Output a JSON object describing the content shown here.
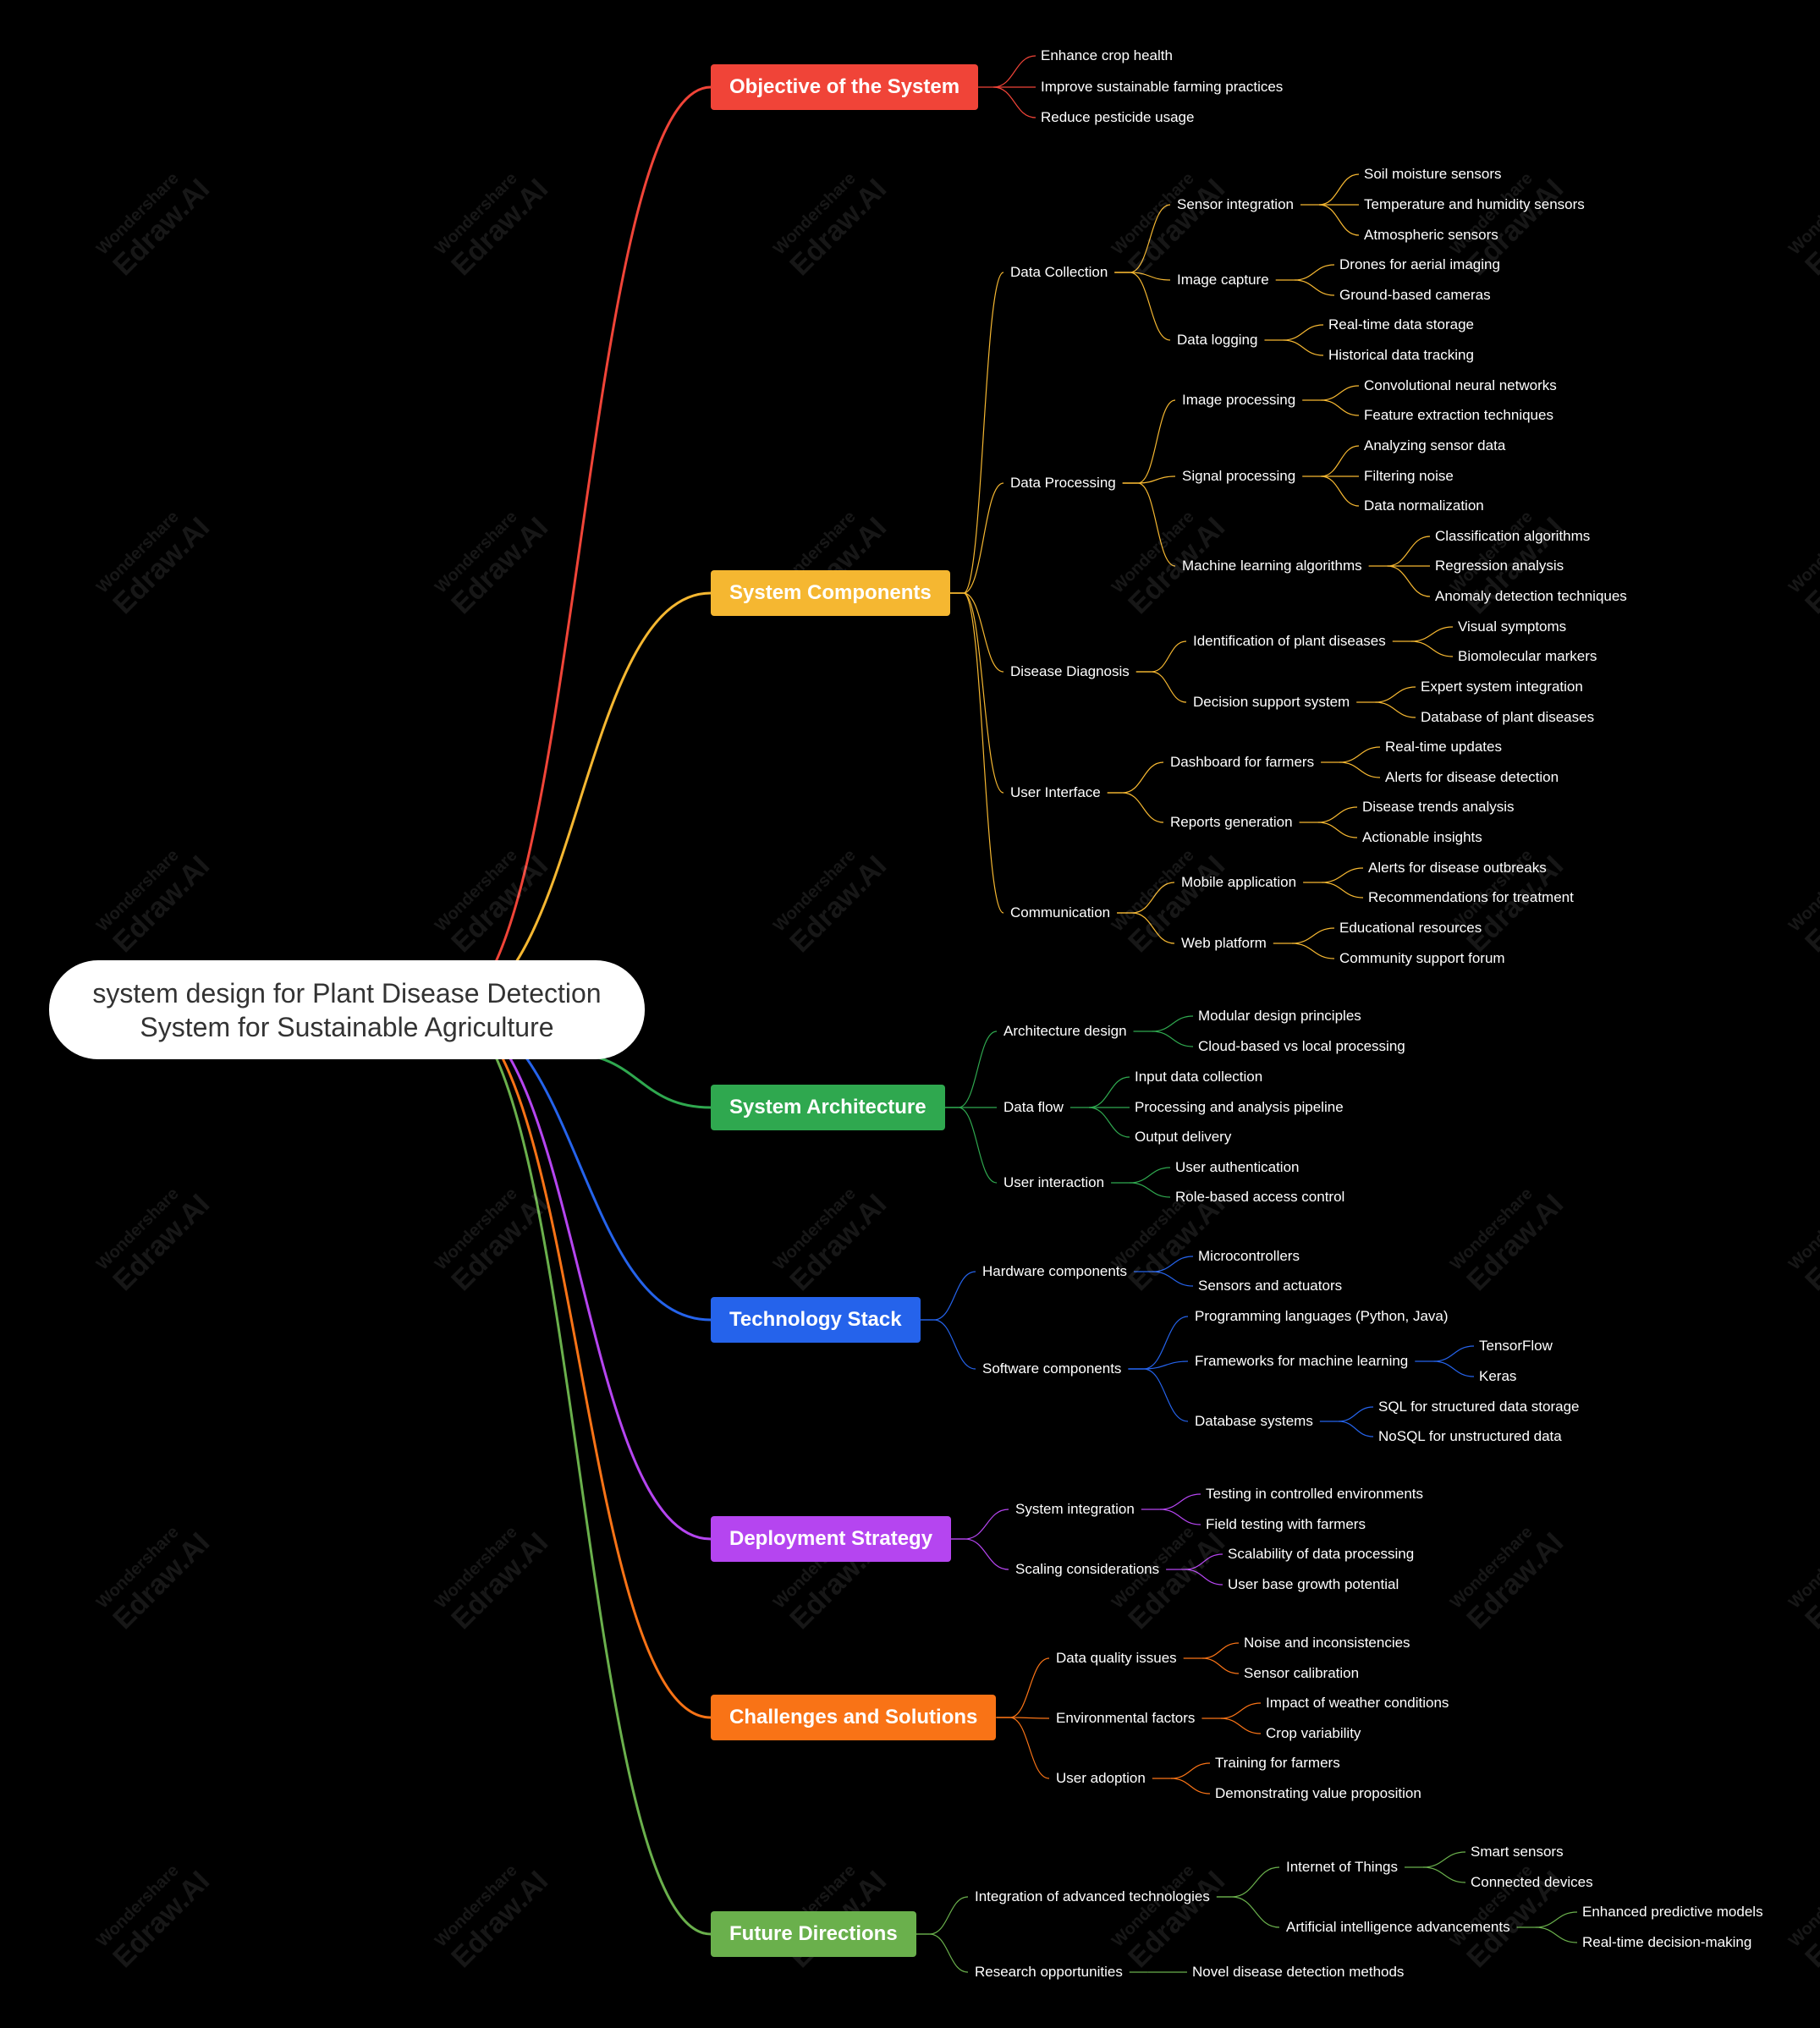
{
  "root": {
    "line1": "system design for Plant Disease Detection",
    "line2": "System for Sustainable Agriculture"
  },
  "watermark": {
    "brand": "Wondershare",
    "product": "Edraw.AI"
  },
  "colors": {
    "objective": "#f04438",
    "components": "#f5b731",
    "architecture": "#2fa84f",
    "technology": "#2563eb",
    "deployment": "#b545f0",
    "challenges": "#f97316",
    "future": "#6ab04c"
  },
  "branches": {
    "objective": {
      "title": "Objective of the System",
      "items": [
        "Enhance crop health",
        "Improve sustainable farming practices",
        "Reduce pesticide usage"
      ]
    },
    "components": {
      "title": "System Components",
      "data_collection": {
        "label": "Data Collection",
        "sensor": {
          "label": "Sensor integration",
          "items": [
            "Soil moisture sensors",
            "Temperature and humidity sensors",
            "Atmospheric sensors"
          ]
        },
        "image": {
          "label": "Image capture",
          "items": [
            "Drones for aerial imaging",
            "Ground-based cameras"
          ]
        },
        "logging": {
          "label": "Data logging",
          "items": [
            "Real-time data storage",
            "Historical data tracking"
          ]
        }
      },
      "data_processing": {
        "label": "Data Processing",
        "image": {
          "label": "Image processing",
          "items": [
            "Convolutional neural networks",
            "Feature extraction techniques"
          ]
        },
        "signal": {
          "label": "Signal processing",
          "items": [
            "Analyzing sensor data",
            "Filtering noise",
            "Data normalization"
          ]
        },
        "ml": {
          "label": "Machine learning algorithms",
          "items": [
            "Classification algorithms",
            "Regression analysis",
            "Anomaly detection techniques"
          ]
        }
      },
      "diagnosis": {
        "label": "Disease Diagnosis",
        "identification": {
          "label": "Identification of plant diseases",
          "items": [
            "Visual symptoms",
            "Biomolecular markers"
          ]
        },
        "decision": {
          "label": "Decision support system",
          "items": [
            "Expert system integration",
            "Database of plant diseases"
          ]
        }
      },
      "ui": {
        "label": "User Interface",
        "dashboard": {
          "label": "Dashboard for farmers",
          "items": [
            "Real-time updates",
            "Alerts for disease detection"
          ]
        },
        "reports": {
          "label": "Reports generation",
          "items": [
            "Disease trends analysis",
            "Actionable insights"
          ]
        }
      },
      "communication": {
        "label": "Communication",
        "mobile": {
          "label": "Mobile application",
          "items": [
            "Alerts for disease outbreaks",
            "Recommendations for treatment"
          ]
        },
        "web": {
          "label": "Web platform",
          "items": [
            "Educational resources",
            "Community support forum"
          ]
        }
      }
    },
    "architecture": {
      "title": "System Architecture",
      "design": {
        "label": "Architecture design",
        "items": [
          "Modular design principles",
          "Cloud-based vs local processing"
        ]
      },
      "flow": {
        "label": "Data flow",
        "items": [
          "Input data collection",
          "Processing and analysis pipeline",
          "Output delivery"
        ]
      },
      "interaction": {
        "label": "User interaction",
        "items": [
          "User authentication",
          "Role-based access control"
        ]
      }
    },
    "technology": {
      "title": "Technology Stack",
      "hardware": {
        "label": "Hardware components",
        "items": [
          "Microcontrollers",
          "Sensors and actuators"
        ]
      },
      "software": {
        "label": "Software components",
        "languages": "Programming languages (Python, Java)",
        "frameworks": {
          "label": "Frameworks for machine learning",
          "items": [
            "TensorFlow",
            "Keras"
          ]
        },
        "database": {
          "label": "Database systems",
          "items": [
            "SQL for structured data storage",
            "NoSQL for unstructured data"
          ]
        }
      }
    },
    "deployment": {
      "title": "Deployment Strategy",
      "integration": {
        "label": "System integration",
        "items": [
          "Testing in controlled environments",
          "Field testing with farmers"
        ]
      },
      "scaling": {
        "label": "Scaling considerations",
        "items": [
          "Scalability of data processing",
          "User base growth potential"
        ]
      }
    },
    "challenges": {
      "title": "Challenges and Solutions",
      "quality": {
        "label": "Data quality issues",
        "items": [
          "Noise and inconsistencies",
          "Sensor calibration"
        ]
      },
      "environment": {
        "label": "Environmental factors",
        "items": [
          "Impact of weather conditions",
          "Crop variability"
        ]
      },
      "adoption": {
        "label": "User adoption",
        "items": [
          "Training for farmers",
          "Demonstrating value proposition"
        ]
      }
    },
    "future": {
      "title": "Future Directions",
      "integration": {
        "label": "Integration of advanced technologies",
        "iot": {
          "label": "Internet of Things",
          "items": [
            "Smart sensors",
            "Connected devices"
          ]
        },
        "ai": {
          "label": "Artificial intelligence advancements",
          "items": [
            "Enhanced predictive models",
            "Real-time decision-making"
          ]
        }
      },
      "research": {
        "label": "Research opportunities",
        "items": [
          "Novel disease detection methods"
        ]
      }
    }
  }
}
